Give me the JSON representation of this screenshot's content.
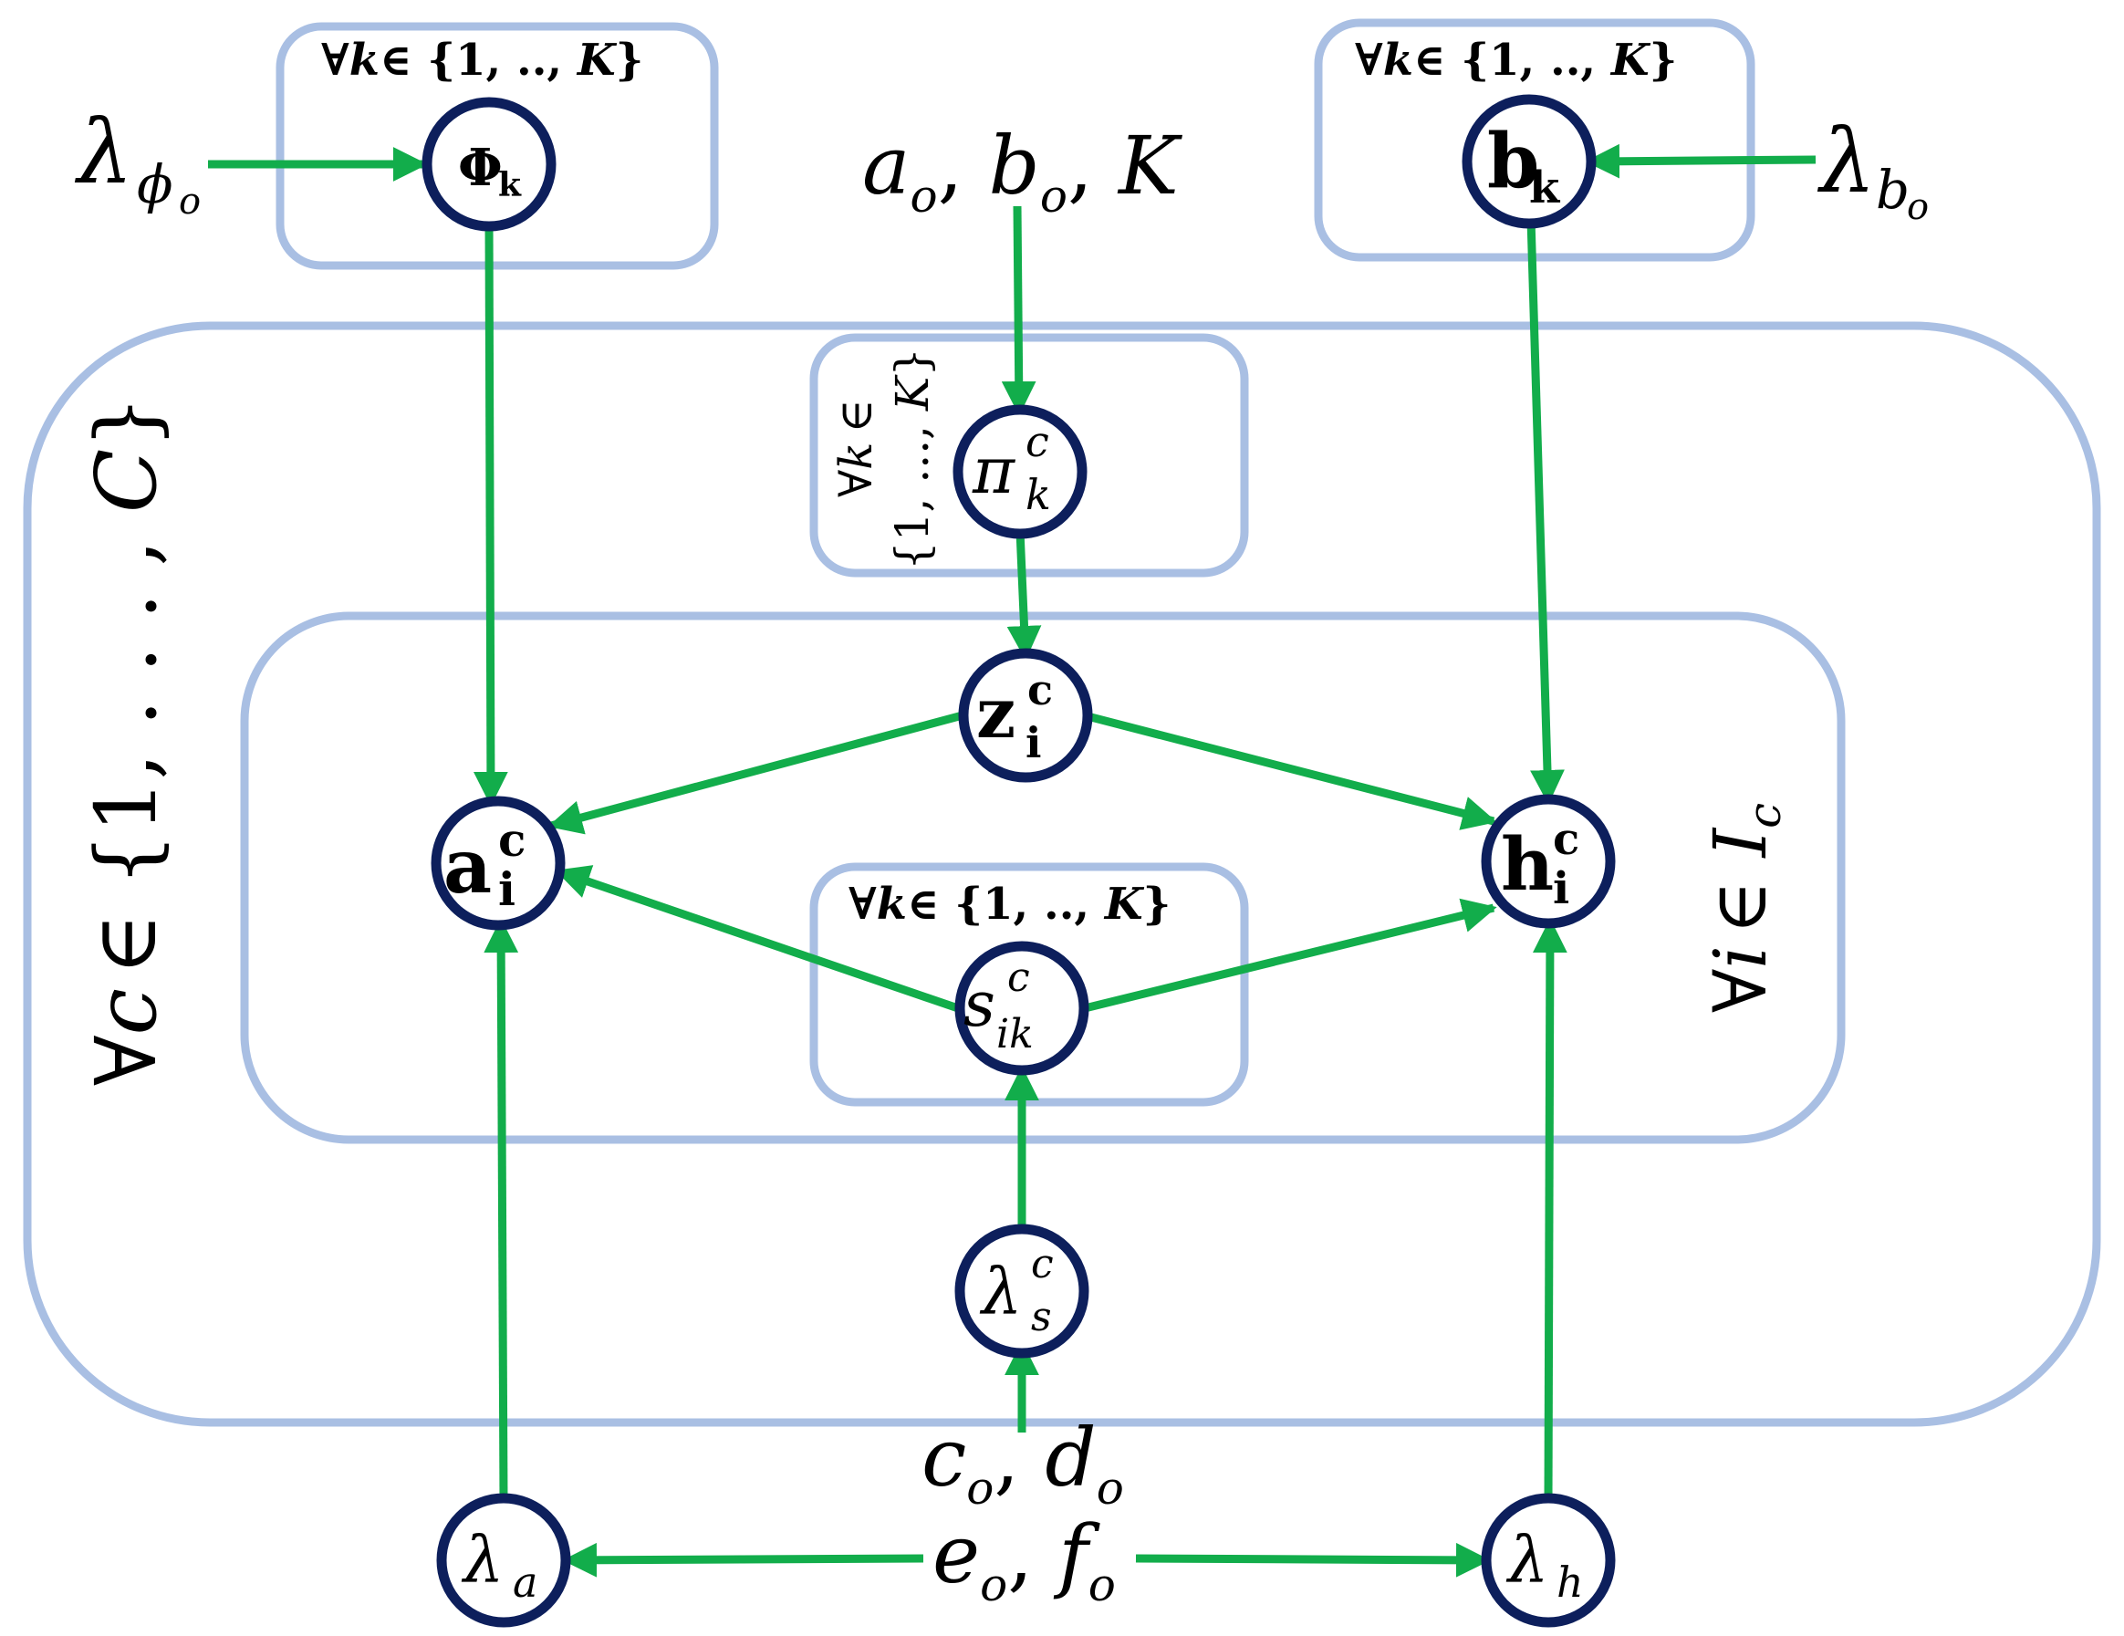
{
  "colors": {
    "plate": "#a9bfe3",
    "node_stroke": "#0d1f5c",
    "edge": "#12ad4b"
  },
  "plates": {
    "phi_plate": {
      "quantifier": "∀",
      "var": "k",
      "rest": "∈ {1, .., ",
      "K": "K",
      "close": "}"
    },
    "b_plate": {
      "quantifier": "∀",
      "var": "k",
      "rest": "∈ {1, .., ",
      "K": "K",
      "close": "}"
    },
    "pi_plate": {
      "line1_a": "∀",
      "line1_b": "k",
      "line1_c": "∈",
      "line2": "{1, ..., ",
      "line2_K": "K",
      "line2_close": "}"
    },
    "s_plate": {
      "quantifier": "∀",
      "var": "k",
      "rest": "∈ {1, .., ",
      "K": "K",
      "close": "}"
    },
    "c_plate": {
      "quantifier": "∀",
      "var": "c",
      "rest": "∈ {1, . . . , ",
      "C": "C",
      "close": "}"
    },
    "i_plate": {
      "quantifier": "∀",
      "var": "i",
      "rest": "∈ ",
      "I": "I",
      "sub": "c"
    }
  },
  "nodes": {
    "phi": {
      "base": "Φ",
      "sub": "k"
    },
    "b": {
      "base": "b",
      "sub": "k"
    },
    "pi": {
      "base": "π",
      "sup": "c",
      "sub": "k"
    },
    "z": {
      "base": "z",
      "sup": "c",
      "sub": "i"
    },
    "a": {
      "base": "a",
      "sup": "c",
      "sub": "i"
    },
    "h": {
      "base": "h",
      "sup": "c",
      "sub": "i"
    },
    "s": {
      "base": "s",
      "sup": "c",
      "sub": "ik"
    },
    "lambda_s": {
      "base": "λ",
      "sup": "c",
      "sub": "s"
    },
    "lambda_a": {
      "base": "λ",
      "sub": "a"
    },
    "lambda_h": {
      "base": "λ",
      "sub": "h"
    }
  },
  "hyperparams": {
    "lambda_phi": {
      "base": "λ",
      "sub": "ϕ",
      "subsub": "o"
    },
    "lambda_b": {
      "base": "λ",
      "sub": "b",
      "subsub": "o"
    },
    "abk": {
      "a": "a",
      "a_sub": "o",
      "sep1": ", ",
      "b": "b",
      "b_sub": "o",
      "sep2": ", ",
      "K": "K"
    },
    "cd": {
      "c": "c",
      "c_sub": "o",
      "sep": ", ",
      "d": "d",
      "d_sub": "o"
    },
    "ef": {
      "e": "e",
      "e_sub": "o",
      "sep": ", ",
      "f": "f",
      "f_sub": "o"
    }
  }
}
